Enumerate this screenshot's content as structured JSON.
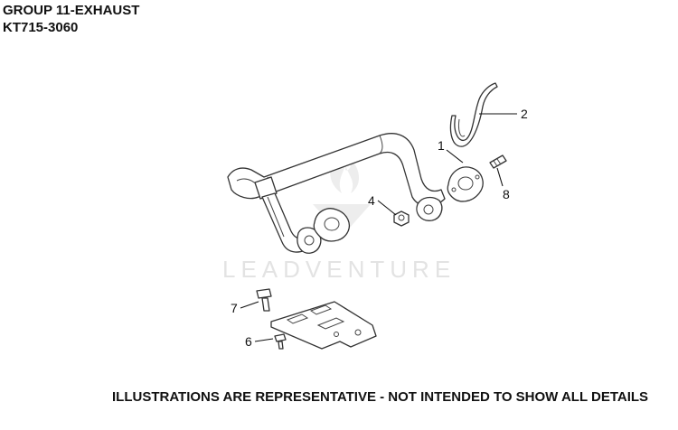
{
  "header": {
    "group_title": "GROUP 11-EXHAUST",
    "model": "KT715-3060"
  },
  "watermark": {
    "text": "LEADVENTURE",
    "color": "#e3e3e3"
  },
  "callouts": [
    {
      "id": "1",
      "label": "1"
    },
    {
      "id": "2",
      "label": "2"
    },
    {
      "id": "4",
      "label": "4"
    },
    {
      "id": "6",
      "label": "6"
    },
    {
      "id": "7",
      "label": "7"
    },
    {
      "id": "8",
      "label": "8"
    }
  ],
  "footer": {
    "disclaimer": "ILLUSTRATIONS ARE REPRESENTATIVE - NOT INTENDED TO SHOW ALL DETAILS"
  }
}
